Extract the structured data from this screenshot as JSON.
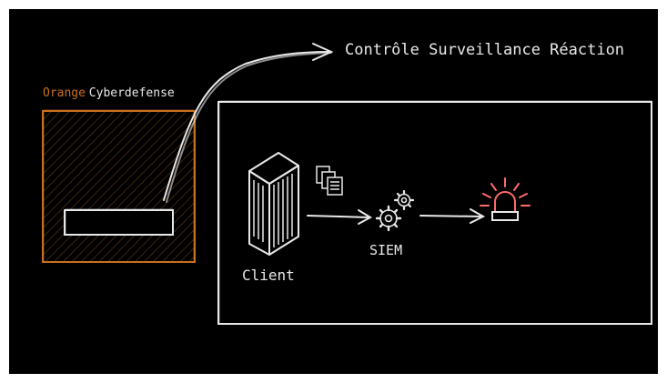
{
  "headline": "Contrôle Surveillance Réaction",
  "brand": {
    "part1": "Orange",
    "part2": "Cyberdefense",
    "accent": "#c8701e"
  },
  "nodes": {
    "client": "Client",
    "siem": "SIEM"
  },
  "icons": [
    "building-icon",
    "documents-icon",
    "gears-icon",
    "alarm-light-icon"
  ],
  "colors": {
    "background": "#000000",
    "stroke": "#e8e8e8",
    "alarm": "#ff6b6b"
  }
}
